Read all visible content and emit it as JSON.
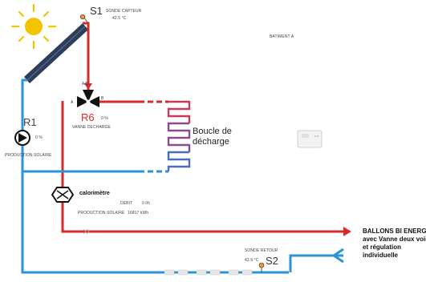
{
  "sensors": {
    "s1": {
      "id": "S1",
      "name": "SONDE CAPTEUR",
      "temp": "42.5 °C"
    },
    "s2": {
      "id": "S2",
      "name": "SONDE RETOUR",
      "temp": "42.9 °C"
    }
  },
  "building": {
    "label": "BATIMENT A"
  },
  "valve": {
    "id": "R6",
    "pct": "0 %",
    "label": "VANNE DECHARGE",
    "port_ab": "A/B",
    "port_a": "A",
    "port_b": "B"
  },
  "pump": {
    "id": "R1",
    "pct": "0 %",
    "label": "PRODUCTION SOLAIRE"
  },
  "loop": {
    "label": "Boucle de décharge"
  },
  "calorimeter": {
    "title": "calorimètre",
    "debit_label": "DEBIT",
    "debit_value": "0 l/h",
    "production_label": "PRODUCTION SOLAIRE",
    "production_value": "16817 kWh"
  },
  "tanks": {
    "label": "BALLONS BI ENERGIE avec Vanne deux voies et régulation individuelle"
  },
  "colors": {
    "hot": "#d62b2b",
    "cold": "#2b93d6",
    "sun": "#f5c400"
  },
  "icons": [
    "sun-icon",
    "solar-panel-icon",
    "three-way-valve-icon",
    "pump-icon",
    "calorimeter-icon",
    "controller-icon",
    "sensor-dot-icon",
    "arrow-icon"
  ]
}
